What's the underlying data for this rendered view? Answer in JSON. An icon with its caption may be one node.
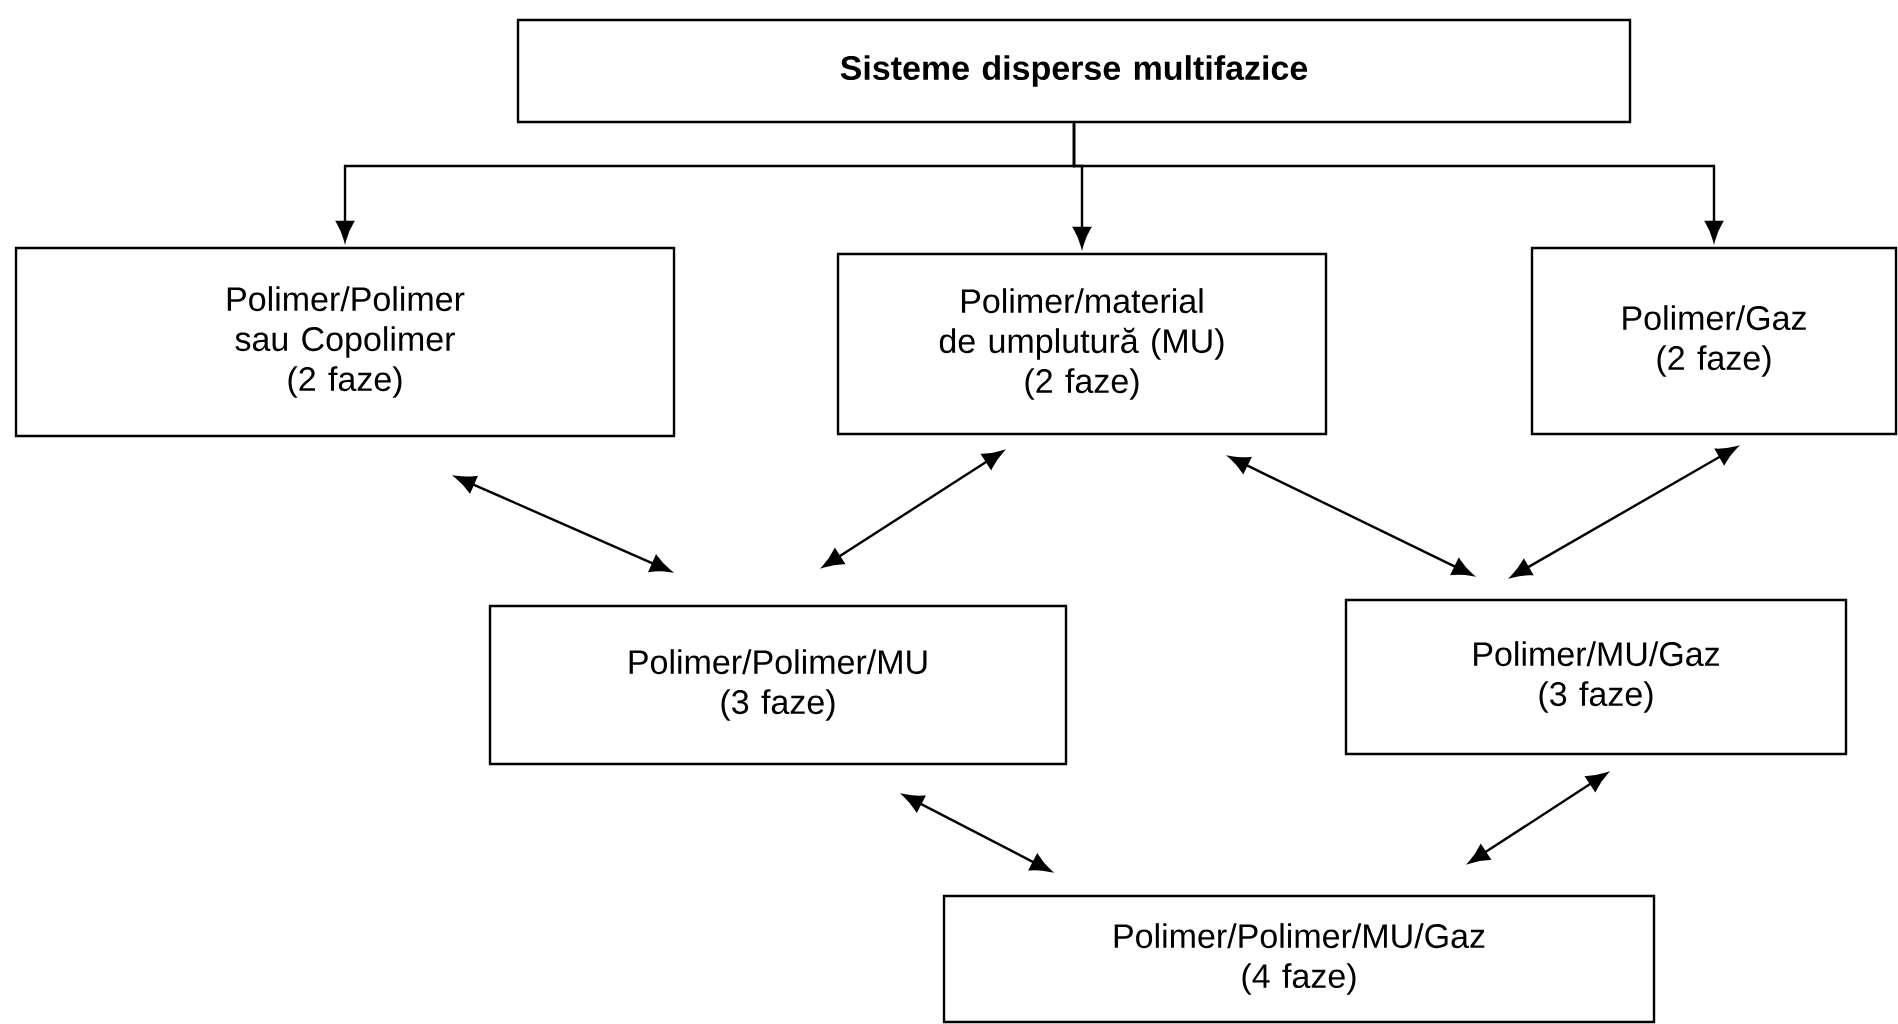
{
  "diagram": {
    "nodes": [
      {
        "text": [
          "Sisteme disperse multifazice"
        ]
      },
      {
        "text": [
          "Polimer/Polimer sau Copolimer",
          "(2 faze)"
        ]
      },
      {
        "text": [
          "Polimer/material de umplutură (MU)",
          "(2 faze)"
        ]
      },
      {
        "text": [
          "Polimer/Gaz",
          "(2 faze)"
        ]
      },
      {
        "text": [
          "Polimer/Polimer/MU",
          "(3 faze)"
        ]
      },
      {
        "text": [
          "Polimer/MU/Gaz",
          "(3 faze)"
        ]
      },
      {
        "text": [
          "Polimer/Polimer/MU/Gaz",
          "(4 faze)"
        ]
      }
    ],
    "edges": [
      {
        "from": 0,
        "to": 1,
        "arrow": "to"
      },
      {
        "from": 0,
        "to": 2,
        "arrow": "to"
      },
      {
        "from": 0,
        "to": 3,
        "arrow": "to"
      },
      {
        "from": 1,
        "to": 4,
        "arrow": "both"
      },
      {
        "from": 2,
        "to": 4,
        "arrow": "both"
      },
      {
        "from": 2,
        "to": 5,
        "arrow": "both"
      },
      {
        "from": 3,
        "to": 5,
        "arrow": "both"
      },
      {
        "from": 4,
        "to": 6,
        "arrow": "both"
      },
      {
        "from": 5,
        "to": 6,
        "arrow": "both"
      }
    ]
  }
}
